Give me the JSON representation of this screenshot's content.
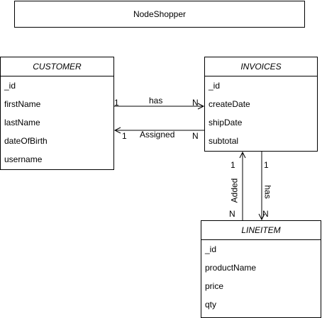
{
  "title": "NodeShopper",
  "entities": {
    "customer": {
      "name": "CUSTOMER",
      "fields": [
        "_id",
        "firstName",
        "lastName",
        "dateOfBirth",
        "username"
      ]
    },
    "invoices": {
      "name": "INVOICES",
      "fields": [
        "_id",
        "createDate",
        "shipDate",
        "subtotal"
      ]
    },
    "lineitem": {
      "name": "LINEITEM",
      "fields": [
        "_id",
        "productName",
        "price",
        "qty"
      ]
    }
  },
  "relations": {
    "customer_has_invoices": {
      "label": "has",
      "from_card": "1",
      "to_card": "N"
    },
    "invoices_assigned_customer": {
      "label": "Assigned",
      "from_card": "N",
      "to_card": "1"
    },
    "lineitem_added_invoices": {
      "label": "Added",
      "from_card": "N",
      "to_card": "1"
    },
    "invoices_has_lineitem": {
      "label": "has",
      "from_card": "1",
      "to_card": "N"
    }
  }
}
